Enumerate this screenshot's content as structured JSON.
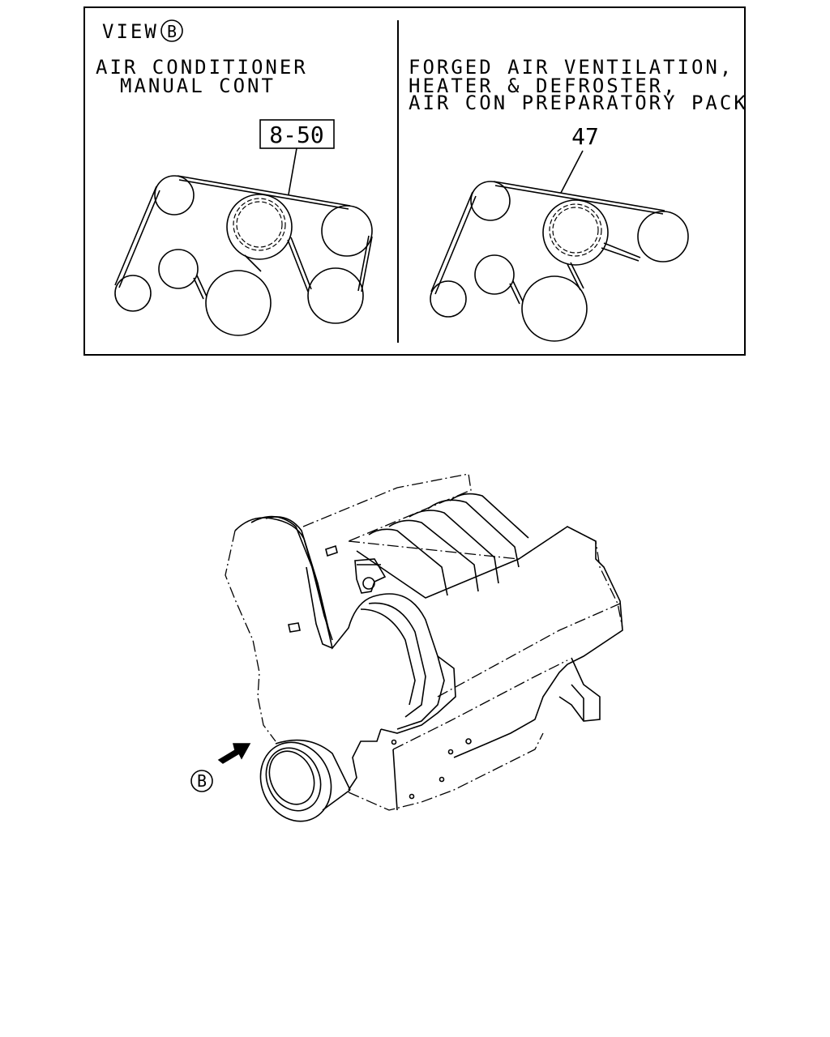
{
  "view_panel": {
    "view_label": "VIEW",
    "view_marker": "B",
    "left": {
      "title_line1": "AIR CONDITIONER",
      "title_line2": "MANUAL CONT",
      "part_ref": "8-50"
    },
    "right": {
      "title_line1": "FORGED AIR VENTILATION,",
      "title_line2": "HEATER & DEFROSTER,",
      "title_line3": "AIR CON PREPARATORY PACK",
      "part_ref": "47"
    }
  },
  "engine": {
    "view_marker": "B"
  }
}
